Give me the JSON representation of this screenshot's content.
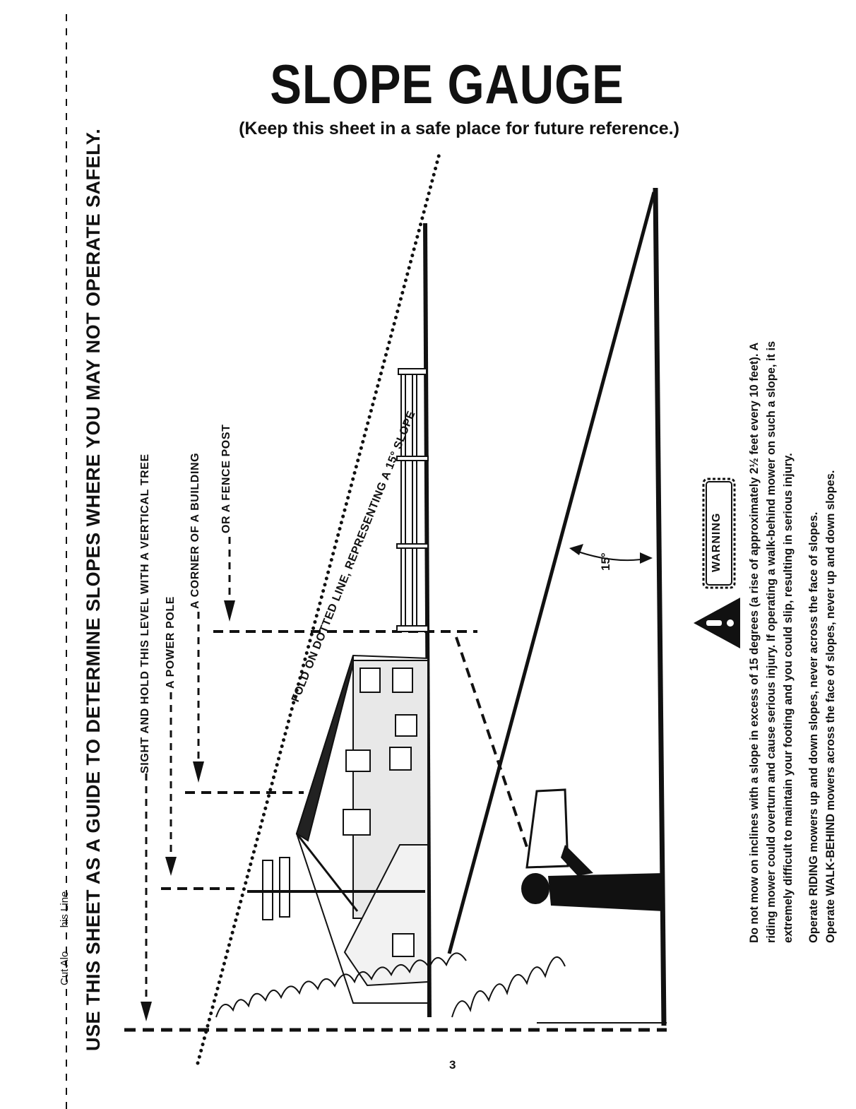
{
  "title": "SLOPE GAUGE",
  "subtitle": "(Keep this sheet in a safe place for future reference.)",
  "guide_heading": "USE THIS SHEET AS A GUIDE TO DETERMINE SLOPES WHERE YOU MAY NOT OPERATE SAFELY.",
  "cut_line": "Cut Alo        his Line",
  "level_labels": {
    "tree": "SIGHT AND HOLD THIS LEVEL WITH A VERTICAL TREE",
    "pole": "A POWER POLE",
    "building": "A CORNER OF A BUILDING",
    "fence": "OR A FENCE POST"
  },
  "fold_label": "FOLD ON DOTTED LINE, REPRESENTING A 15° SLOPE",
  "angle_label": "15°",
  "warning": {
    "label": "WARNING",
    "lines": [
      "Do not mow on inclines with a slope in excess of 15 degrees (a rise of approximately 2½ feet every 10 feet). A",
      "riding mower could overturn and cause serious injury. If operating a walk-behind mower on such a slope, it is",
      "extremely difficult to maintain your footing and you could slip, resulting in serious injury.",
      "Operate RIDING mowers up and down slopes, never across the face of slopes.",
      "Operate WALK-BEHIND mowers across the face of slopes, never up and down slopes."
    ]
  },
  "page_number": "3"
}
